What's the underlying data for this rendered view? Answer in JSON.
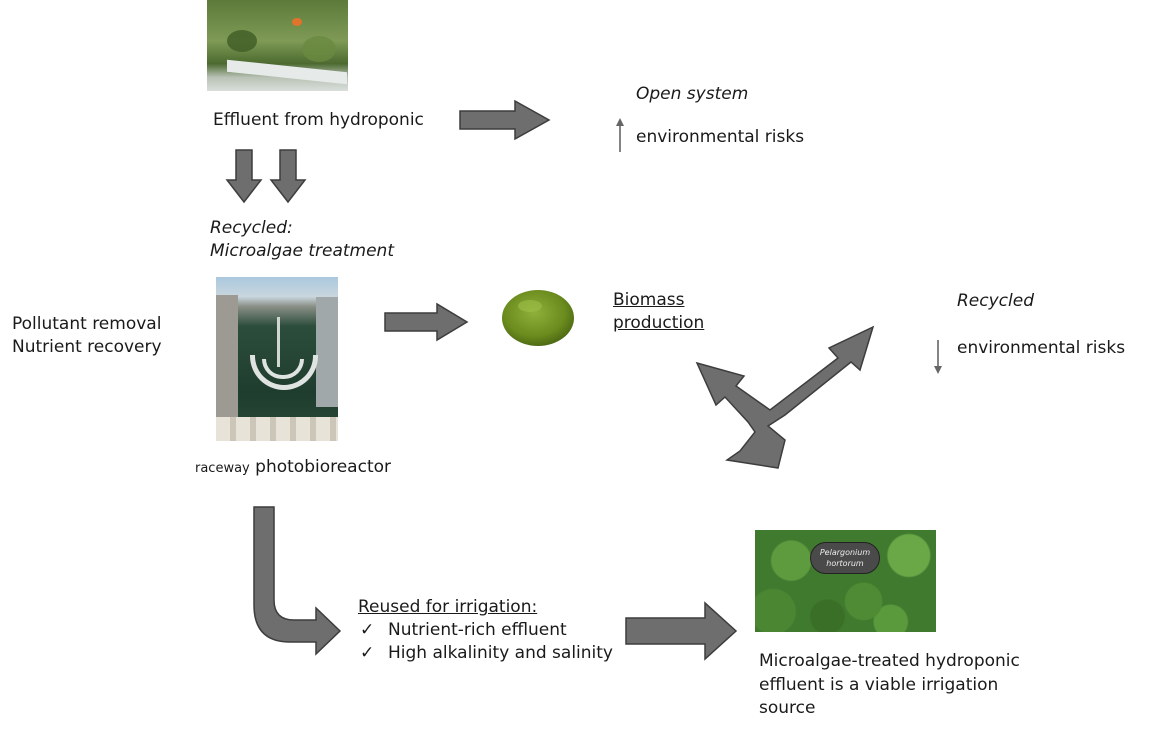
{
  "top": {
    "effluent_label": "Effluent from hydroponic",
    "open_system_label": "Open system",
    "open_system_risk": "environmental risks",
    "open_system_indicator": "up-arrow-icon"
  },
  "middle": {
    "recycled_title_line1": "Recycled:",
    "recycled_title_line2": "Microalgae treatment",
    "left_notes": [
      "Pollutant removal",
      "Nutrient recovery"
    ],
    "reactor_prefix": "raceway",
    "reactor_label": "photobioreactor",
    "biomass_line1": "Biomass",
    "biomass_line2": "production",
    "recycled_label": "Recycled",
    "recycled_risk": "environmental risks",
    "recycled_indicator": "down-arrow-icon"
  },
  "bottom": {
    "reused_title": "Reused for irrigation:",
    "checklist": [
      {
        "mark": "✓",
        "text": "Nutrient-rich effluent"
      },
      {
        "mark": "✓",
        "text": "High alkalinity and salinity"
      }
    ],
    "plant_tag_line1": "Pelargonium",
    "plant_tag_line2": "hortorum",
    "conclusion_lines": [
      "Microalgae-treated hydroponic",
      "effluent is a viable irrigation",
      "source"
    ]
  },
  "colors": {
    "arrow_fill": "#6e6e6e",
    "arrow_stroke": "#3d3d3d",
    "text": "#1a1a1a",
    "algae_green": "#6b8c1e",
    "water_dark": "#1f3d2e",
    "leaf_green": "#3f7a2e"
  }
}
